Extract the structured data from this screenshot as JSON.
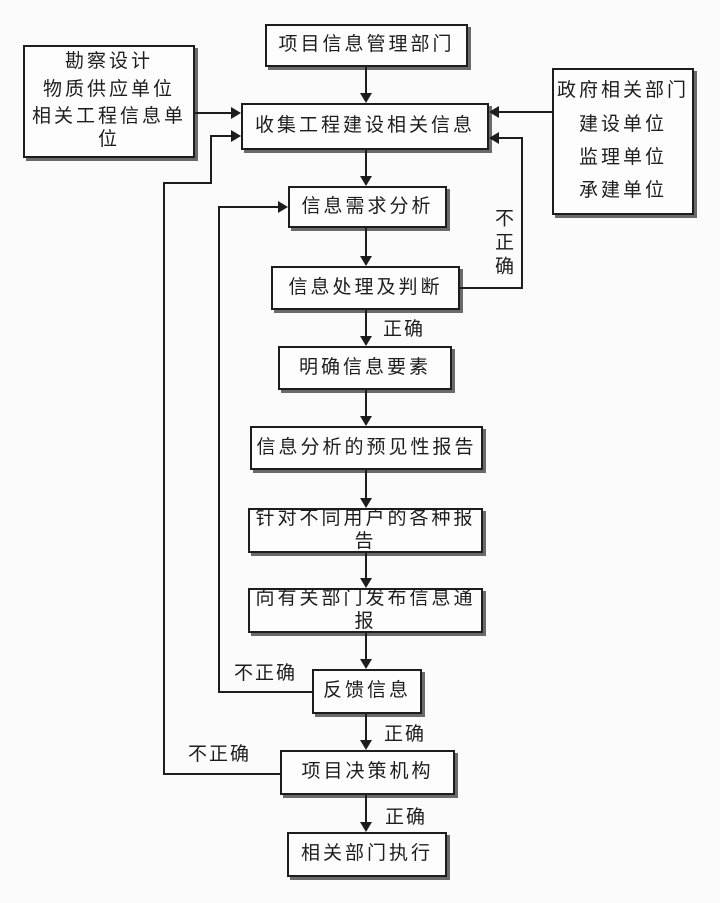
{
  "diagram": {
    "nodes": {
      "top": "项目信息管理部门",
      "collect": "收集工程建设相关信息",
      "demand": "信息需求分析",
      "process": "信息处理及判断",
      "clarify": "明确信息要素",
      "forecast": "信息分析的预见性报告",
      "reports": "针对不同用户的各种报告",
      "publish": "向有关部门发布信息通报",
      "feedback": "反馈信息",
      "decision": "项目决策机构",
      "execute": "相关部门执行"
    },
    "sources_left": {
      "lines": [
        "勘察设计",
        "物质供应单位",
        "相关工程信息单位"
      ]
    },
    "sources_right": {
      "lines": [
        "政府相关部门",
        "建设单位",
        "监理单位",
        "承建单位"
      ]
    },
    "labels": {
      "correct_after_process": "正确",
      "correct_after_feedback": "正确",
      "correct_after_decision": "正确",
      "incorrect_process_loop": "不正确",
      "incorrect_feedback_loop": "不正确",
      "incorrect_decision_loop": "不正确"
    },
    "edges": [
      {
        "from": "top",
        "to": "collect"
      },
      {
        "from": "sources_left",
        "to": "collect"
      },
      {
        "from": "sources_right",
        "to": "collect"
      },
      {
        "from": "collect",
        "to": "demand"
      },
      {
        "from": "demand",
        "to": "process"
      },
      {
        "from": "process",
        "to": "collect",
        "label": "不正确"
      },
      {
        "from": "process",
        "to": "clarify",
        "label": "正确"
      },
      {
        "from": "clarify",
        "to": "forecast"
      },
      {
        "from": "forecast",
        "to": "reports"
      },
      {
        "from": "reports",
        "to": "publish"
      },
      {
        "from": "publish",
        "to": "feedback"
      },
      {
        "from": "feedback",
        "to": "demand",
        "label": "不正确"
      },
      {
        "from": "feedback",
        "to": "decision",
        "label": "正确"
      },
      {
        "from": "decision",
        "to": "collect",
        "label": "不正确"
      },
      {
        "from": "decision",
        "to": "execute",
        "label": "正确"
      }
    ],
    "colors": {
      "line": "#1d1d1d",
      "box_fill": "#fdfdfd",
      "background": "#fbfbfb",
      "shadow": "#6a6a6a"
    }
  }
}
